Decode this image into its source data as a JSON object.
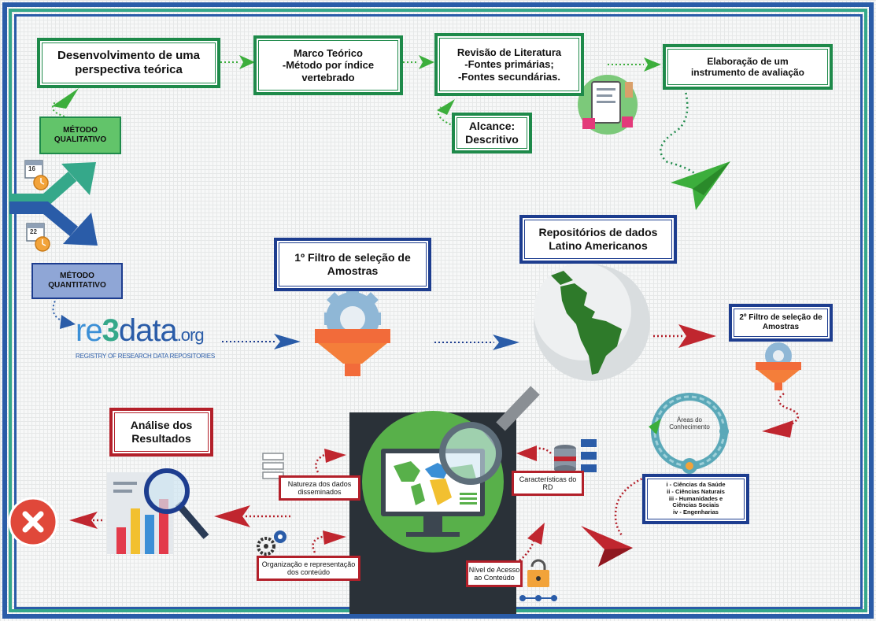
{
  "boxes": {
    "desenvolvimento": "Desenvolvimento de uma perspectiva teórica",
    "marco_l1": "Marco Teórico",
    "marco_l2": "-Método por índice vertebrado",
    "revisao_l1": "Revisão de Literatura",
    "revisao_l2": "-Fontes primárias;",
    "revisao_l3": "-Fontes secundárias.",
    "elaboracao": "Elaboração de um instrumento de avaliação",
    "alcance_l1": "Alcance:",
    "alcance_l2": "Descritivo",
    "metodo_qualitativo_l1": "MÉTODO",
    "metodo_qualitativo_l2": "QUALITATIVO",
    "metodo_quantitativo_l1": "MÉTODO",
    "metodo_quantitativo_l2": "QUANTITATIVO",
    "repositorios": "Repositórios de dados Latino Americanos",
    "filtro1": "1º Filtro de seleção de Amostras",
    "filtro2": "2º Filtro de seleção de Amostras",
    "analise": "Análise dos Resultados"
  },
  "re3data": {
    "logo_re": "re",
    "logo_3": "3",
    "logo_data": "data",
    "logo_org": ".org",
    "tagline": "REGISTRY OF RESEARCH DATA REPOSITORIES"
  },
  "ring_label": "Áreas do Conhecimento",
  "areas": [
    "i - Ciências da Saúde",
    "ii - Ciências Naturais",
    "iii - Humanidades e",
    "Ciências Sociais",
    "iv - Engenharias"
  ],
  "labels": {
    "natureza": "Natureza dos dados disseminados",
    "caracteristicas": "Características do RD",
    "organizacao": "Organização e representação dos conteúdo",
    "nivel": "Nível de Acesso ao Conteúdo"
  },
  "calendar_day_1": "16",
  "calendar_day_2": "22",
  "colors": {
    "green": "#1e8a4a",
    "blue": "#1d3d8f",
    "red": "#b3202a",
    "teal": "#35a88a",
    "arrow_green": "#3cae3c",
    "arrow_red": "#c0262f"
  }
}
